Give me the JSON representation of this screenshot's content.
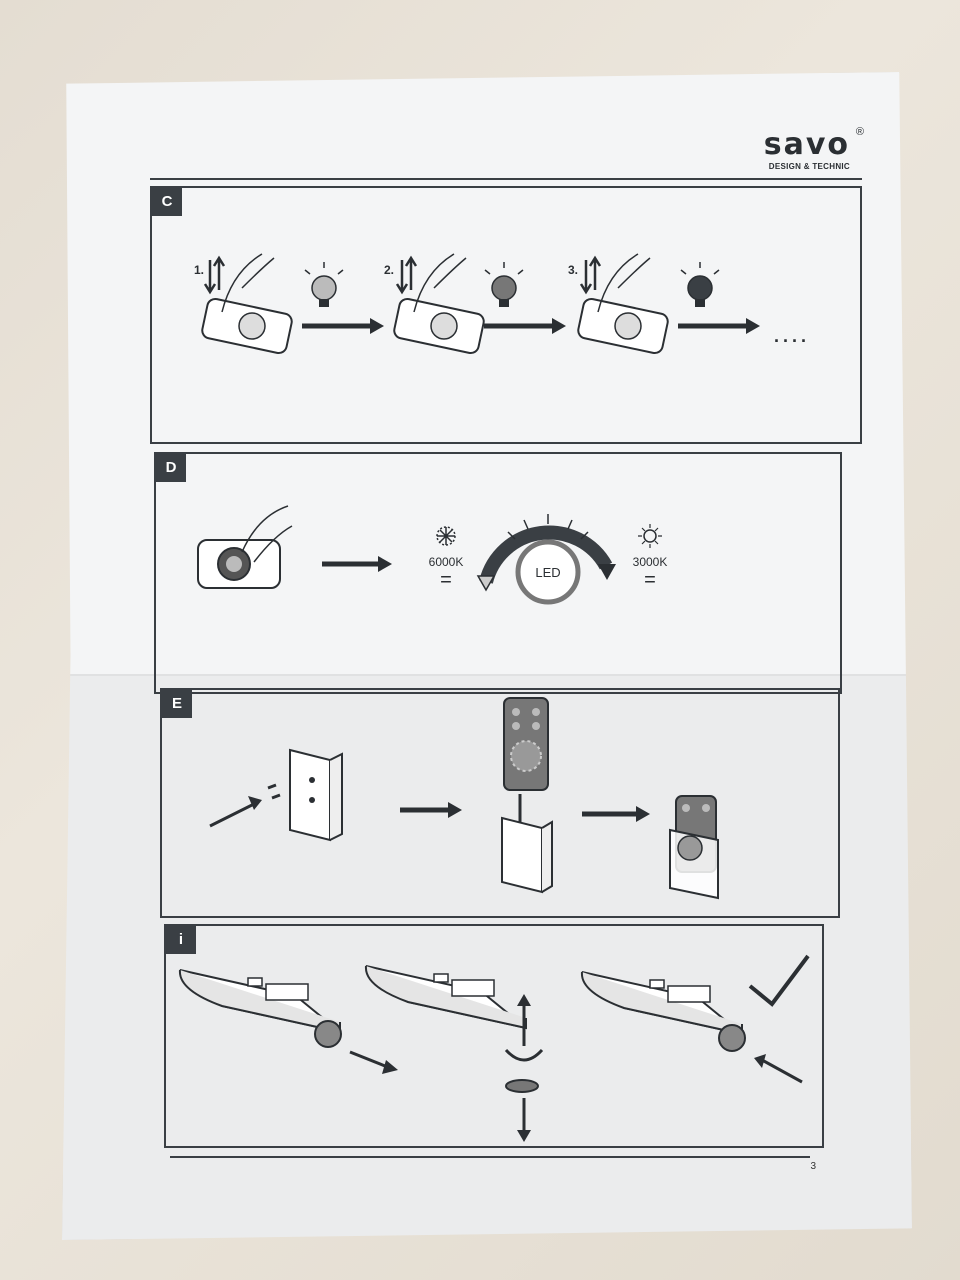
{
  "brand": {
    "logo": "savo",
    "registered_mark": "®",
    "tagline": "DESIGN & TECHNIC"
  },
  "sections": {
    "c": {
      "letter": "C",
      "steps": [
        "1.",
        "2.",
        "3."
      ],
      "ellipsis": "...."
    },
    "d": {
      "letter": "D",
      "cold_temp": "6000K",
      "warm_temp": "3000K",
      "equals": "=",
      "led_label": "LED"
    },
    "e": {
      "letter": "E"
    },
    "i": {
      "letter": "i"
    }
  },
  "page_number": "3",
  "colors": {
    "ink": "#3a3f44",
    "paper": "#f4f5f6",
    "background": "#e4ddd2"
  }
}
